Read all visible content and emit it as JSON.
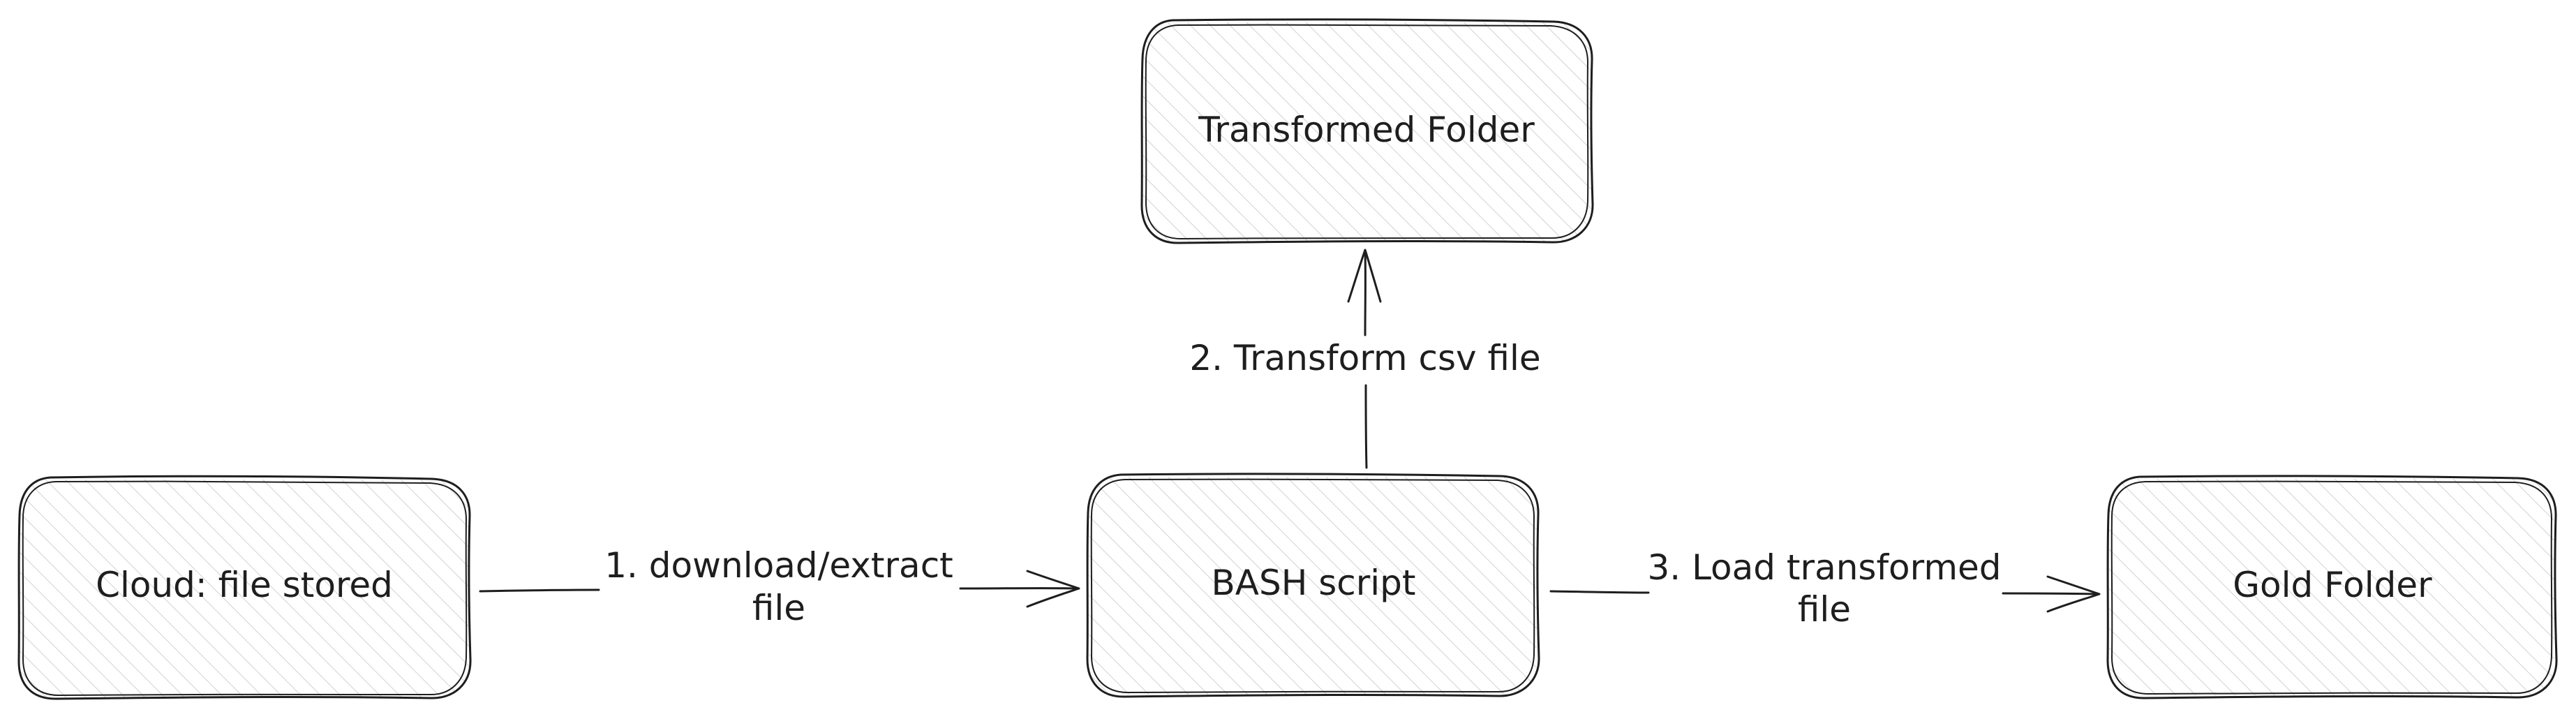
{
  "diagram": {
    "nodes": {
      "cloud": {
        "label": "Cloud: file stored"
      },
      "bash": {
        "label": "BASH script"
      },
      "transformed": {
        "label": "Transformed Folder"
      },
      "gold": {
        "label": "Gold Folder"
      }
    },
    "edges": {
      "download": {
        "line1": "1. download/extract",
        "line2": "file"
      },
      "transform": {
        "line1": "2. Transform csv file"
      },
      "load": {
        "line1": "3. Load transformed",
        "line2": "file"
      }
    },
    "colors": {
      "stroke": "#1e1e1e",
      "hachure": "#cfcfcf",
      "background": "#ffffff"
    }
  }
}
